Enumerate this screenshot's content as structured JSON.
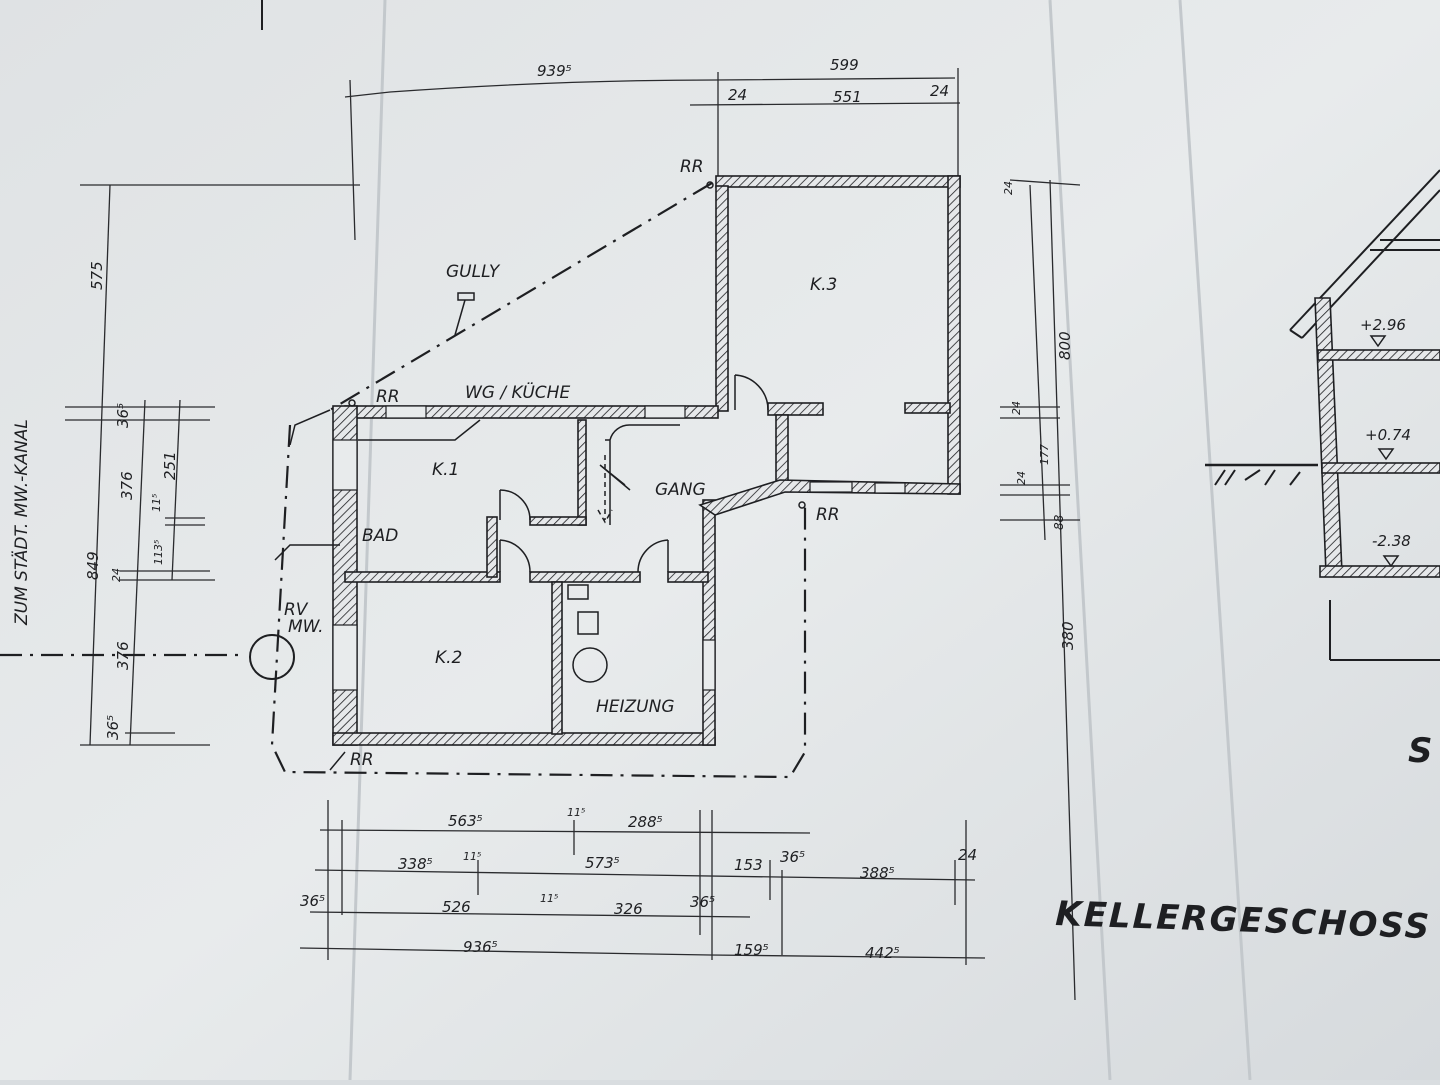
{
  "drawing": {
    "title": "KELLERGESCHOSS",
    "section_letter_partial": "S",
    "colors": {
      "paper": "#e4e7e9",
      "ink": "#1e1f22",
      "fold_shadow": "#c9ced2"
    },
    "rooms": {
      "k3": "K.3",
      "k1": "K.1",
      "k2": "K.2",
      "gang": "GANG",
      "bad": "BAD",
      "heizung": "HEIZUNG",
      "wg_kueche": "WG / KÜCHE"
    },
    "annotations": {
      "gully": "GULLY",
      "rr": "RR",
      "rv": "RV",
      "mw": "MW.",
      "kanal": "ZUM STÄDT. MW.-KANAL"
    },
    "dimensions": {
      "top": [
        "939⁵",
        "599",
        "24",
        "551",
        "24"
      ],
      "left": [
        "575",
        "849",
        "36⁵",
        "376",
        "251",
        "11⁵",
        "113⁵",
        "24",
        "376",
        "36⁵"
      ],
      "right": [
        "24",
        "800",
        "24",
        "177",
        "24",
        "88",
        "380"
      ],
      "bottom_row1": [
        "563⁵",
        "11⁵",
        "288⁵"
      ],
      "bottom_row2": [
        "338⁵",
        "11⁵",
        "573⁵",
        "153",
        "36⁵",
        "388⁵",
        "24"
      ],
      "bottom_row3": [
        "36⁵",
        "526",
        "11⁵",
        "326",
        "36⁵"
      ],
      "bottom_row4": [
        "936⁵",
        "159⁵",
        "442⁵"
      ]
    },
    "section": {
      "levels": [
        "+2.96",
        "+0.74",
        "-2.38"
      ]
    }
  }
}
